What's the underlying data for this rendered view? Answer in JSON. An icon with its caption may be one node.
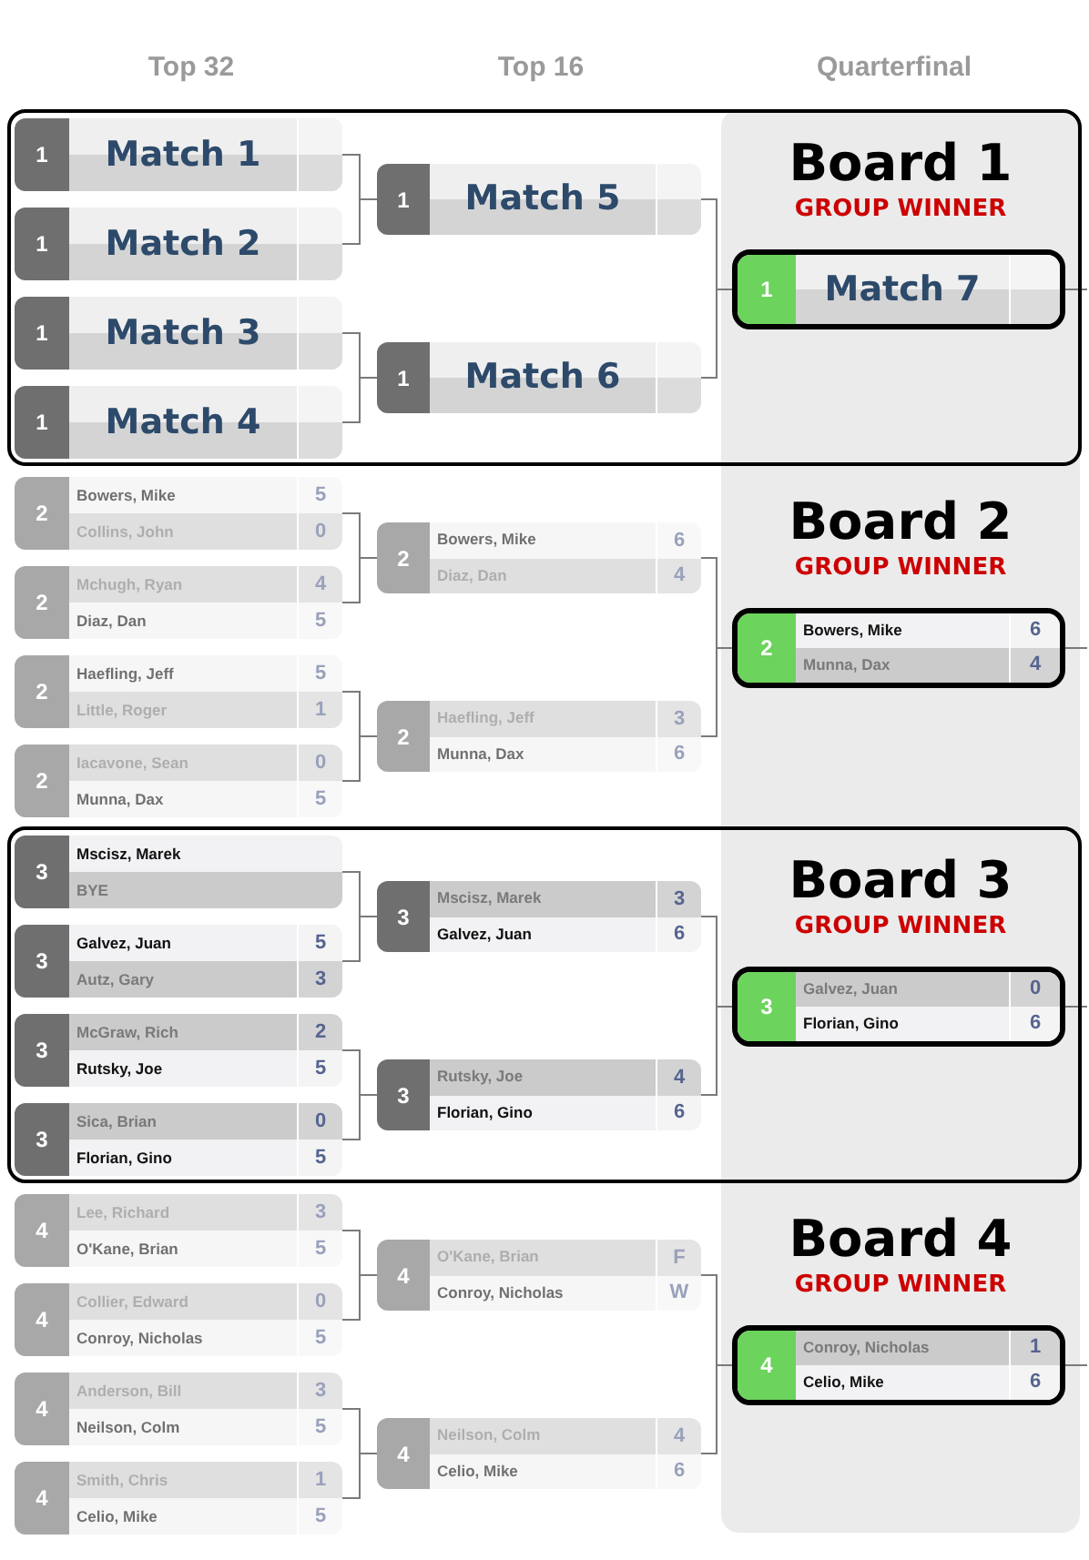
{
  "diagram": {
    "nodes": [
      {
        "text": [
          "Board 1",
          "GROUP WINNER"
        ]
      },
      {
        "text": [
          "1",
          "Match 1"
        ],
        "in": 0
      },
      {
        "text": [
          "1",
          "Match 2"
        ],
        "in": 0
      },
      {
        "text": [
          "1",
          "Match 3"
        ],
        "in": 0
      },
      {
        "text": [
          "1",
          "Match 4"
        ],
        "in": 0
      },
      {
        "text": [
          "1",
          "Match 5"
        ],
        "in": 0
      },
      {
        "text": [
          "1",
          "Match 6"
        ],
        "in": 0
      },
      {
        "text": [
          "1",
          "Match 7"
        ],
        "in": 0
      },
      {
        "text": [
          "2",
          "Bowers, Mike",
          "5",
          "Collins, John",
          "0"
        ]
      },
      {
        "text": [
          "2",
          "Mchugh, Ryan",
          "4",
          "Diaz, Dan",
          "5"
        ]
      },
      {
        "text": [
          "2",
          "Haefling, Jeff",
          "5",
          "Little, Roger",
          "1"
        ]
      },
      {
        "text": [
          "2",
          "Iacavone, Sean",
          "0",
          "Munna, Dax",
          "5"
        ]
      },
      {
        "text": [
          "2",
          "Bowers, Mike",
          "6",
          "Diaz, Dan",
          "4"
        ]
      },
      {
        "text": [
          "2",
          "Haefling, Jeff",
          "3",
          "Munna, Dax",
          "6"
        ]
      },
      {
        "text": [
          "2",
          "Bowers, Mike",
          "6",
          "Munna, Dax",
          "4"
        ]
      },
      {
        "text": [
          "Board 3",
          "GROUP WINNER"
        ]
      },
      {
        "text": [
          "3",
          "Mscisz, Marek",
          "BYE"
        ],
        "in": 15
      },
      {
        "text": [
          "3",
          "Galvez, Juan",
          "5",
          "Autz, Gary",
          "3"
        ],
        "in": 15
      },
      {
        "text": [
          "3",
          "McGraw, Rich",
          "2",
          "Rutsky, Joe",
          "5"
        ],
        "in": 15
      },
      {
        "text": [
          "3",
          "Sica, Brian",
          "0",
          "Florian, Gino",
          "5"
        ],
        "in": 15
      },
      {
        "text": [
          "3",
          "Mscisz, Marek",
          "3",
          "Galvez, Juan",
          "6"
        ],
        "in": 15
      },
      {
        "text": [
          "3",
          "Rutsky, Joe",
          "4",
          "Florian, Gino",
          "6"
        ],
        "in": 15
      },
      {
        "text": [
          "3",
          "Galvez, Juan",
          "0",
          "Florian, Gino",
          "6"
        ],
        "in": 15
      },
      {
        "text": [
          "4",
          "Lee, Richard",
          "3",
          "O'Kane, Brian",
          "5"
        ]
      },
      {
        "text": [
          "4",
          "Collier, Edward",
          "0",
          "Conroy, Nicholas",
          "5"
        ]
      },
      {
        "text": [
          "4",
          "Anderson, Bill",
          "3",
          "Neilson, Colm",
          "5"
        ]
      },
      {
        "text": [
          "4",
          "Smith, Chris",
          "1",
          "Celio, Mike",
          "5"
        ]
      },
      {
        "text": [
          "4",
          "O'Kane, Brian",
          "F",
          "Conroy, Nicholas",
          "W"
        ]
      },
      {
        "text": [
          "4",
          "Neilson, Colm",
          "4",
          "Celio, Mike",
          "6"
        ]
      },
      {
        "text": [
          "4",
          "Conroy, Nicholas",
          "1",
          "Celio, Mike",
          "6"
        ]
      }
    ],
    "edges": [
      {
        "from": 1,
        "to": 5,
        "arrow": "none"
      },
      {
        "from": 2,
        "to": 5,
        "arrow": "none"
      },
      {
        "from": 3,
        "to": 6,
        "arrow": "none"
      },
      {
        "from": 4,
        "to": 6,
        "arrow": "none"
      },
      {
        "from": 5,
        "to": 7,
        "arrow": "none"
      },
      {
        "from": 6,
        "to": 7,
        "arrow": "none"
      },
      {
        "from": 7,
        "to": null,
        "arrow": "none"
      },
      {
        "from": 8,
        "to": 12,
        "arrow": "none"
      },
      {
        "from": 9,
        "to": 12,
        "arrow": "none"
      },
      {
        "from": 10,
        "to": 13,
        "arrow": "none"
      },
      {
        "from": 11,
        "to": 13,
        "arrow": "none"
      },
      {
        "from": 12,
        "to": 14,
        "arrow": "none"
      },
      {
        "from": 13,
        "to": 14,
        "arrow": "none"
      },
      {
        "from": 14,
        "to": null,
        "arrow": "none"
      },
      {
        "from": 16,
        "to": 20,
        "arrow": "none"
      },
      {
        "from": 17,
        "to": 20,
        "arrow": "none"
      },
      {
        "from": 18,
        "to": 21,
        "arrow": "none"
      },
      {
        "from": 19,
        "to": 21,
        "arrow": "none"
      },
      {
        "from": 20,
        "to": 22,
        "arrow": "none"
      },
      {
        "from": 21,
        "to": 22,
        "arrow": "none"
      },
      {
        "from": 22,
        "to": null,
        "arrow": "none"
      },
      {
        "from": 23,
        "to": 27,
        "arrow": "none"
      },
      {
        "from": 24,
        "to": 27,
        "arrow": "none"
      },
      {
        "from": 25,
        "to": 28,
        "arrow": "none"
      },
      {
        "from": 26,
        "to": 28,
        "arrow": "none"
      },
      {
        "from": 27,
        "to": 29,
        "arrow": "none"
      },
      {
        "from": 28,
        "to": 29,
        "arrow": "none"
      },
      {
        "from": 29,
        "to": null,
        "arrow": "none"
      }
    ],
    "labels": [
      "Top 32",
      "Top 16",
      "Quarterfinal",
      "Board 2",
      "GROUP WINNER",
      "Board 4",
      "GROUP WINNER"
    ]
  }
}
